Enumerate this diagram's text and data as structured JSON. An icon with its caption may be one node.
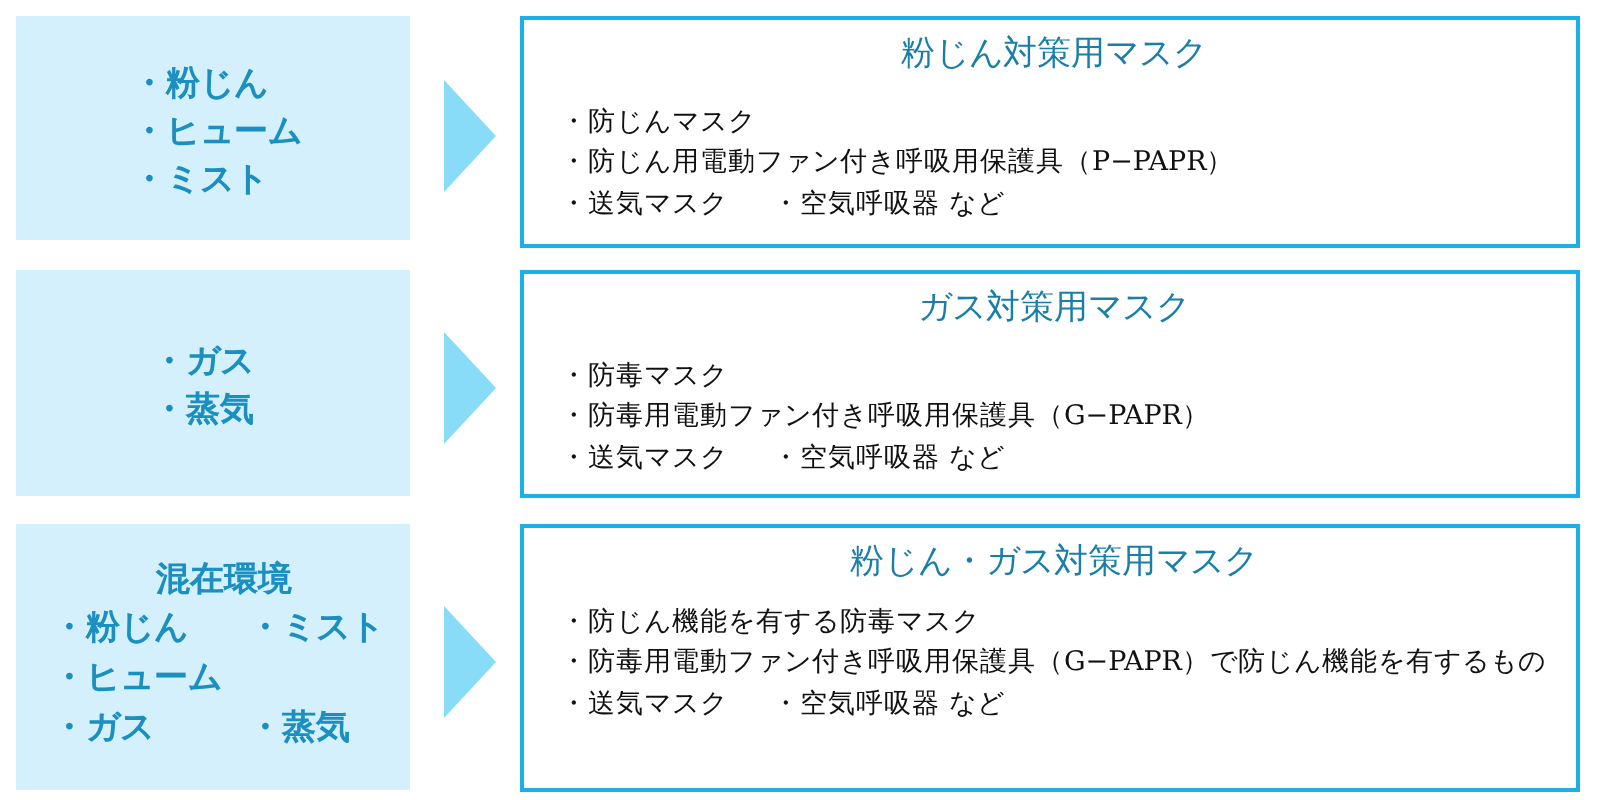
{
  "diagram": {
    "nodes": [
      {
        "text": [
          "・粉じん",
          "・ヒューム",
          "・ミスト"
        ]
      },
      {
        "text": [
          "粉じん対策用マスク",
          "・防じんマスク",
          "・防じん用電動ファン付き呼吸用保護具（P−PAPR）",
          "・送気マスク",
          "・空気呼吸器 など"
        ]
      },
      {
        "text": [
          "・ガス",
          "・蒸気"
        ]
      },
      {
        "text": [
          "ガス対策用マスク",
          "・防毒マスク",
          "・防毒用電動ファン付き呼吸用保護具（G−PAPR）",
          "・送気マスク",
          "・空気呼吸器 など"
        ]
      },
      {
        "text": [
          "混在環境",
          "・粉じん",
          "・ミスト",
          "・ヒューム",
          "・ガス",
          "・蒸気"
        ]
      },
      {
        "text": [
          "粉じん・ガス対策用マスク",
          "・防じん機能を有する防毒マスク",
          "・防毒用電動ファン付き呼吸用保護具（G−PAPR）で防じん機能を有するもの",
          "・送気マスク",
          "・空気呼吸器 など"
        ]
      }
    ],
    "edges": [
      {
        "from": 0,
        "to": 1,
        "arrow": "to"
      },
      {
        "from": 2,
        "to": 3,
        "arrow": "to"
      },
      {
        "from": 4,
        "to": 5,
        "arrow": "to"
      }
    ]
  }
}
